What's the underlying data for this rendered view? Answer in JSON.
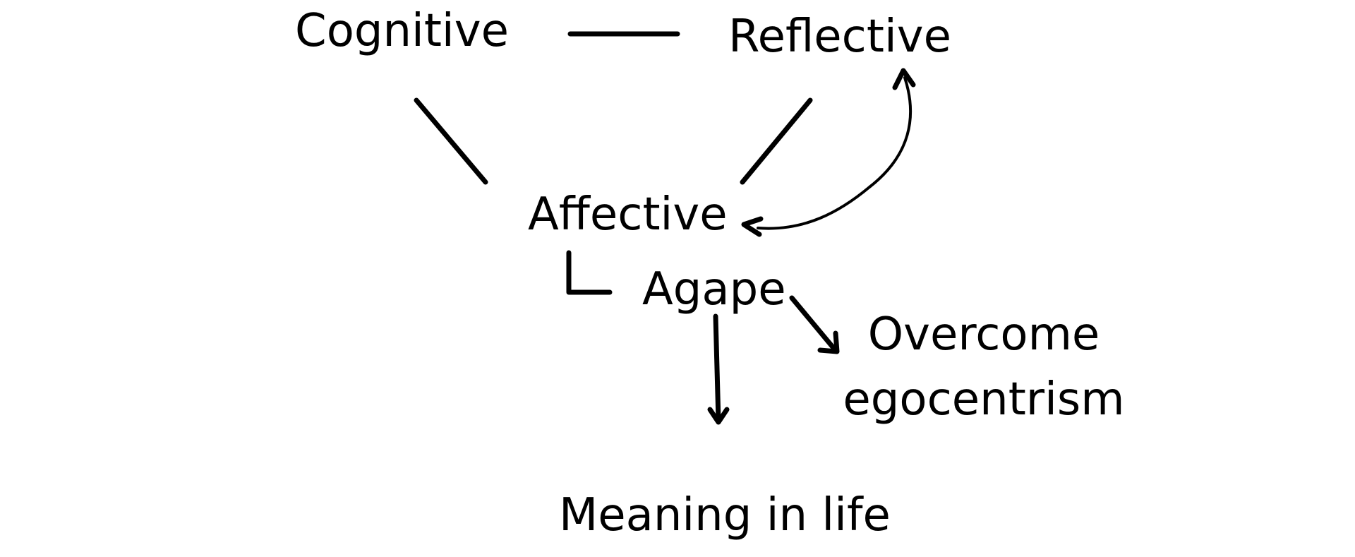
{
  "nodes": {
    "cognitive": "Cognitive",
    "reflective": "Reflective",
    "affective": "Affective",
    "agape": "Agape",
    "overcome_line1": "Overcome",
    "overcome_line2": "egocentrism",
    "meaning": "Meaning in life"
  }
}
